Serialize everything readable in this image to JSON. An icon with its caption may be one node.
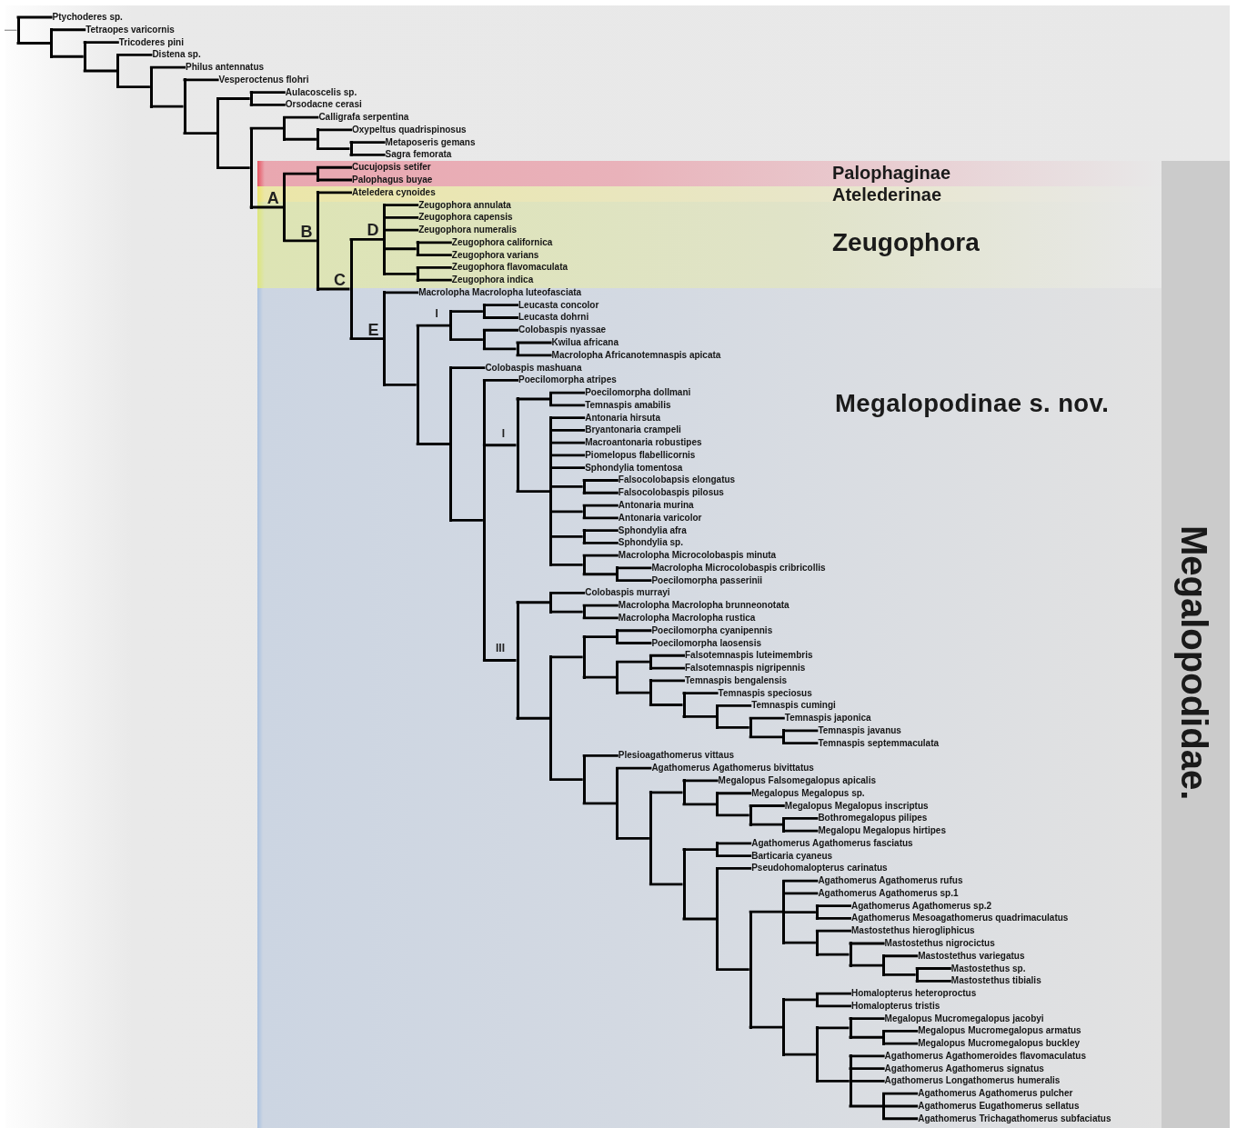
{
  "diagram": {
    "nodes": [
      {
        "text": [],
        "shape": "bar"
      },
      {
        "text": [
          "Ptychoderes sp."
        ]
      },
      {
        "text": [],
        "shape": "bar"
      },
      {
        "text": [
          "Tetraopes varicornis"
        ]
      },
      {
        "text": [],
        "shape": "bar"
      },
      {
        "text": [
          "Tricoderes pini"
        ]
      },
      {
        "text": [],
        "shape": "bar"
      },
      {
        "text": [
          "Distena sp."
        ]
      },
      {
        "text": [],
        "shape": "bar"
      },
      {
        "text": [
          "Philus antennatus"
        ]
      },
      {
        "text": [],
        "shape": "bar"
      },
      {
        "text": [
          "Vesperoctenus flohri"
        ]
      },
      {
        "text": [],
        "shape": "bar"
      },
      {
        "text": [],
        "shape": "bar"
      },
      {
        "text": [
          "Aulacoscelis sp."
        ]
      },
      {
        "text": [
          "Orsodacne cerasi"
        ]
      },
      {
        "text": [],
        "shape": "bar"
      },
      {
        "text": [],
        "shape": "bar"
      },
      {
        "text": [
          "Calligrafa serpentina"
        ]
      },
      {
        "text": [],
        "shape": "bar"
      },
      {
        "text": [
          "Oxypeltus quadrispinosus"
        ]
      },
      {
        "text": [],
        "shape": "bar"
      },
      {
        "text": [
          "Metaposeris gemans"
        ]
      },
      {
        "text": [
          "Sagra femorata"
        ]
      },
      {
        "text": [],
        "shape": "bar",
        "beside": [
          "A"
        ]
      },
      {
        "text": [],
        "shape": "bar"
      },
      {
        "text": [
          "Cucujopsis setifer"
        ]
      },
      {
        "text": [
          "Palophagus buyae"
        ]
      },
      {
        "text": [],
        "shape": "bar",
        "beside": [
          "B"
        ]
      },
      {
        "text": [
          "Ateledera cynoides"
        ]
      },
      {
        "text": [],
        "shape": "bar",
        "beside": [
          "C"
        ]
      },
      {
        "text": [],
        "shape": "bar",
        "beside": [
          "D"
        ]
      },
      {
        "text": [
          "Zeugophora annulata"
        ]
      },
      {
        "text": [
          "Zeugophora capensis"
        ]
      },
      {
        "text": [
          "Zeugophora numeralis"
        ]
      },
      {
        "text": [],
        "shape": "bar"
      },
      {
        "text": [
          "Zeugophora californica"
        ]
      },
      {
        "text": [
          "Zeugophora varians"
        ]
      },
      {
        "text": [],
        "shape": "bar"
      },
      {
        "text": [
          "Zeugophora flavomaculata"
        ]
      },
      {
        "text": [
          "Zeugophora indica"
        ]
      },
      {
        "text": [],
        "shape": "bar",
        "beside": [
          "E"
        ]
      },
      {
        "text": [
          "Macrolopha Macrolopha luteofasciata"
        ]
      },
      {
        "text": [],
        "shape": "bar"
      },
      {
        "text": [],
        "shape": "bar",
        "beside": [
          "I"
        ]
      },
      {
        "text": [],
        "shape": "bar"
      },
      {
        "text": [
          "Leucasta concolor"
        ]
      },
      {
        "text": [
          "Leucasta dohrni"
        ]
      },
      {
        "text": [],
        "shape": "bar"
      },
      {
        "text": [
          "Colobaspis nyassae"
        ]
      },
      {
        "text": [],
        "shape": "bar"
      },
      {
        "text": [
          "Kwilua africana"
        ]
      },
      {
        "text": [
          "Macrolopha Africanotemnaspis apicata"
        ]
      },
      {
        "text": [],
        "shape": "bar"
      },
      {
        "text": [
          "Colobaspis mashuana"
        ]
      },
      {
        "text": [],
        "shape": "bar"
      },
      {
        "text": [
          "Poecilomorpha atripes"
        ]
      },
      {
        "text": [],
        "shape": "bar",
        "beside": [
          "I"
        ]
      },
      {
        "text": [],
        "shape": "bar"
      },
      {
        "text": [
          "Poecilomorpha dollmani"
        ]
      },
      {
        "text": [
          "Temnaspis amabilis"
        ]
      },
      {
        "text": [],
        "shape": "bar"
      },
      {
        "text": [
          "Antonaria hirsuta"
        ]
      },
      {
        "text": [
          "Bryantonaria crampeli"
        ]
      },
      {
        "text": [
          "Macroantonaria robustipes"
        ]
      },
      {
        "text": [
          "Piomelopus flabellicornis"
        ]
      },
      {
        "text": [
          "Sphondylia tomentosa"
        ]
      },
      {
        "text": [],
        "shape": "bar"
      },
      {
        "text": [
          "Falsocolobapsis elongatus"
        ]
      },
      {
        "text": [
          "Falsocolobaspis pilosus"
        ]
      },
      {
        "text": [],
        "shape": "bar"
      },
      {
        "text": [
          "Antonaria murina"
        ]
      },
      {
        "text": [
          "Antonaria varicolor"
        ]
      },
      {
        "text": [],
        "shape": "bar"
      },
      {
        "text": [
          "Sphondylia afra"
        ]
      },
      {
        "text": [
          "Sphondylia sp."
        ]
      },
      {
        "text": [],
        "shape": "bar"
      },
      {
        "text": [
          "Macrolopha Microcolobaspis minuta"
        ]
      },
      {
        "text": [],
        "shape": "bar"
      },
      {
        "text": [
          "Macrolopha Microcolobaspis cribricollis"
        ]
      },
      {
        "text": [
          "Poecilomorpha passerinii"
        ]
      },
      {
        "text": [],
        "shape": "bar",
        "beside": [
          "III"
        ]
      },
      {
        "text": [],
        "shape": "bar"
      },
      {
        "text": [
          "Colobaspis murrayi"
        ]
      },
      {
        "text": [],
        "shape": "bar"
      },
      {
        "text": [
          "Macrolopha Macrolopha brunneonotata"
        ]
      },
      {
        "text": [
          "Macrolopha Macrolopha rustica"
        ]
      },
      {
        "text": [],
        "shape": "bar"
      },
      {
        "text": [],
        "shape": "bar"
      },
      {
        "text": [],
        "shape": "bar"
      },
      {
        "text": [
          "Poecilomorpha cyanipennis"
        ]
      },
      {
        "text": [
          "Poecilomorpha laosensis"
        ]
      },
      {
        "text": [],
        "shape": "bar"
      },
      {
        "text": [],
        "shape": "bar"
      },
      {
        "text": [
          "Falsotemnaspis luteimembris"
        ]
      },
      {
        "text": [
          "Falsotemnaspis nigripennis"
        ]
      },
      {
        "text": [],
        "shape": "bar"
      },
      {
        "text": [
          "Temnaspis bengalensis"
        ]
      },
      {
        "text": [],
        "shape": "bar"
      },
      {
        "text": [
          "Temnaspis speciosus"
        ]
      },
      {
        "text": [],
        "shape": "bar"
      },
      {
        "text": [
          "Temnaspis cumingi"
        ]
      },
      {
        "text": [],
        "shape": "bar"
      },
      {
        "text": [
          "Temnaspis japonica"
        ]
      },
      {
        "text": [],
        "shape": "bar"
      },
      {
        "text": [
          "Temnaspis javanus"
        ]
      },
      {
        "text": [
          "Temnaspis septemmaculata"
        ]
      },
      {
        "text": [],
        "shape": "bar"
      },
      {
        "text": [
          "Plesioagathomerus vittaus"
        ]
      },
      {
        "text": [],
        "shape": "bar"
      },
      {
        "text": [
          "Agathomerus Agathomerus bivittatus"
        ]
      },
      {
        "text": [],
        "shape": "bar"
      },
      {
        "text": [],
        "shape": "bar"
      },
      {
        "text": [
          "Megalopus Falsomegalopus apicalis"
        ]
      },
      {
        "text": [],
        "shape": "bar"
      },
      {
        "text": [
          "Megalopus Megalopus sp."
        ]
      },
      {
        "text": [],
        "shape": "bar"
      },
      {
        "text": [
          "Megalopus Megalopus inscriptus"
        ]
      },
      {
        "text": [],
        "shape": "bar"
      },
      {
        "text": [
          "Bothromegalopus pilipes"
        ]
      },
      {
        "text": [
          "Megalopu Megalopus hirtipes"
        ]
      },
      {
        "text": [],
        "shape": "bar"
      },
      {
        "text": [],
        "shape": "bar"
      },
      {
        "text": [
          "Agathomerus Agathomerus fasciatus"
        ]
      },
      {
        "text": [
          "Barticaria cyaneus"
        ]
      },
      {
        "text": [],
        "shape": "bar"
      },
      {
        "text": [
          "Pseudohomalopterus carinatus"
        ]
      },
      {
        "text": [],
        "shape": "bar"
      },
      {
        "text": [],
        "shape": "bar"
      },
      {
        "text": [
          "Agathomerus Agathomerus rufus"
        ]
      },
      {
        "text": [
          "Agathomerus Agathomerus sp.1"
        ]
      },
      {
        "text": [],
        "shape": "bar"
      },
      {
        "text": [
          "Agathomerus Agathomerus sp.2"
        ]
      },
      {
        "text": [
          "Agathomerus Mesoagathomerus quadrimaculatus"
        ]
      },
      {
        "text": [],
        "shape": "bar"
      },
      {
        "text": [
          "Mastostethus hierogliphicus"
        ]
      },
      {
        "text": [],
        "shape": "bar"
      },
      {
        "text": [
          "Mastostethus nigrocictus"
        ]
      },
      {
        "text": [],
        "shape": "bar"
      },
      {
        "text": [
          "Mastostethus variegatus"
        ]
      },
      {
        "text": [],
        "shape": "bar"
      },
      {
        "text": [
          "Mastostethus sp."
        ]
      },
      {
        "text": [
          "Mastostethus tibialis"
        ]
      },
      {
        "text": [],
        "shape": "bar"
      },
      {
        "text": [],
        "shape": "bar"
      },
      {
        "text": [
          "Homalopterus heteroproctus"
        ]
      },
      {
        "text": [
          "Homalopterus tristis"
        ]
      },
      {
        "text": [],
        "shape": "bar"
      },
      {
        "text": [],
        "shape": "bar"
      },
      {
        "text": [
          "Megalopus Mucromegalopus jacobyi"
        ]
      },
      {
        "text": [],
        "shape": "bar"
      },
      {
        "text": [
          "Megalopus Mucromegalopus armatus"
        ]
      },
      {
        "text": [
          "Megalopus Mucromegalopus buckley"
        ]
      },
      {
        "text": [],
        "shape": "bar"
      },
      {
        "text": [
          "Agathomerus Agathomeroides flavomaculatus"
        ]
      },
      {
        "text": [
          "Agathomerus Agathomerus signatus"
        ]
      },
      {
        "text": [
          "Agathomerus Longathomerus humeralis"
        ]
      },
      {
        "text": [],
        "shape": "bar"
      },
      {
        "text": [
          "Agathomerus Agathomerus pulcher"
        ]
      },
      {
        "text": [
          "Agathomerus Eugathomerus sellatus"
        ]
      },
      {
        "text": [
          "Agathomerus Trichagathomerus subfaciatus"
        ]
      }
    ],
    "edges": [
      {
        "from": null,
        "to": 0,
        "arrow": "none",
        "color": "#8c8c8c"
      },
      {
        "from": 0,
        "to": 1,
        "arrow": "none"
      },
      {
        "from": 0,
        "to": 2,
        "arrow": "none"
      },
      {
        "from": 2,
        "to": 3,
        "arrow": "none"
      },
      {
        "from": 2,
        "to": 4,
        "arrow": "none"
      },
      {
        "from": 4,
        "to": 5,
        "arrow": "none"
      },
      {
        "from": 4,
        "to": 6,
        "arrow": "none"
      },
      {
        "from": 6,
        "to": 7,
        "arrow": "none"
      },
      {
        "from": 6,
        "to": 8,
        "arrow": "none"
      },
      {
        "from": 8,
        "to": 9,
        "arrow": "none"
      },
      {
        "from": 8,
        "to": 10,
        "arrow": "none"
      },
      {
        "from": 10,
        "to": 11,
        "arrow": "none"
      },
      {
        "from": 10,
        "to": 12,
        "arrow": "none"
      },
      {
        "from": 12,
        "to": 13,
        "arrow": "none"
      },
      {
        "from": 12,
        "to": 16,
        "arrow": "none"
      },
      {
        "from": 13,
        "to": 14,
        "arrow": "none"
      },
      {
        "from": 13,
        "to": 15,
        "arrow": "none"
      },
      {
        "from": 16,
        "to": 17,
        "arrow": "none"
      },
      {
        "from": 16,
        "to": 24,
        "arrow": "none"
      },
      {
        "from": 17,
        "to": 18,
        "arrow": "none"
      },
      {
        "from": 17,
        "to": 19,
        "arrow": "none"
      },
      {
        "from": 19,
        "to": 20,
        "arrow": "none"
      },
      {
        "from": 19,
        "to": 21,
        "arrow": "none"
      },
      {
        "from": 21,
        "to": 22,
        "arrow": "none"
      },
      {
        "from": 21,
        "to": 23,
        "arrow": "none"
      },
      {
        "from": 24,
        "to": 25,
        "arrow": "none"
      },
      {
        "from": 24,
        "to": 28,
        "arrow": "none"
      },
      {
        "from": 25,
        "to": 26,
        "arrow": "none"
      },
      {
        "from": 25,
        "to": 27,
        "arrow": "none"
      },
      {
        "from": 28,
        "to": 29,
        "arrow": "none"
      },
      {
        "from": 28,
        "to": 30,
        "arrow": "none"
      },
      {
        "from": 30,
        "to": 31,
        "arrow": "none"
      },
      {
        "from": 30,
        "to": 41,
        "arrow": "none"
      },
      {
        "from": 31,
        "to": 32,
        "arrow": "none"
      },
      {
        "from": 31,
        "to": 33,
        "arrow": "none"
      },
      {
        "from": 31,
        "to": 34,
        "arrow": "none"
      },
      {
        "from": 31,
        "to": 35,
        "arrow": "none"
      },
      {
        "from": 31,
        "to": 38,
        "arrow": "none"
      },
      {
        "from": 35,
        "to": 36,
        "arrow": "none"
      },
      {
        "from": 35,
        "to": 37,
        "arrow": "none"
      },
      {
        "from": 38,
        "to": 39,
        "arrow": "none"
      },
      {
        "from": 38,
        "to": 40,
        "arrow": "none"
      },
      {
        "from": 41,
        "to": 42,
        "arrow": "none"
      },
      {
        "from": 41,
        "to": 43,
        "arrow": "none"
      },
      {
        "from": 43,
        "to": 44,
        "arrow": "none"
      },
      {
        "from": 43,
        "to": 53,
        "arrow": "none"
      },
      {
        "from": 44,
        "to": 45,
        "arrow": "none"
      },
      {
        "from": 44,
        "to": 48,
        "arrow": "none"
      },
      {
        "from": 45,
        "to": 46,
        "arrow": "none"
      },
      {
        "from": 45,
        "to": 47,
        "arrow": "none"
      },
      {
        "from": 48,
        "to": 49,
        "arrow": "none"
      },
      {
        "from": 48,
        "to": 50,
        "arrow": "none"
      },
      {
        "from": 50,
        "to": 51,
        "arrow": "none"
      },
      {
        "from": 50,
        "to": 52,
        "arrow": "none"
      },
      {
        "from": 53,
        "to": 54,
        "arrow": "none"
      },
      {
        "from": 53,
        "to": 55,
        "arrow": "none"
      },
      {
        "from": 55,
        "to": 56,
        "arrow": "none"
      },
      {
        "from": 55,
        "to": 57,
        "arrow": "none"
      },
      {
        "from": 55,
        "to": 81,
        "arrow": "none"
      },
      {
        "from": 57,
        "to": 58,
        "arrow": "none"
      },
      {
        "from": 57,
        "to": 61,
        "arrow": "none"
      },
      {
        "from": 58,
        "to": 59,
        "arrow": "none"
      },
      {
        "from": 58,
        "to": 60,
        "arrow": "none"
      },
      {
        "from": 61,
        "to": 62,
        "arrow": "none"
      },
      {
        "from": 61,
        "to": 63,
        "arrow": "none"
      },
      {
        "from": 61,
        "to": 64,
        "arrow": "none"
      },
      {
        "from": 61,
        "to": 65,
        "arrow": "none"
      },
      {
        "from": 61,
        "to": 66,
        "arrow": "none"
      },
      {
        "from": 61,
        "to": 67,
        "arrow": "none"
      },
      {
        "from": 61,
        "to": 70,
        "arrow": "none"
      },
      {
        "from": 61,
        "to": 73,
        "arrow": "none"
      },
      {
        "from": 61,
        "to": 76,
        "arrow": "none"
      },
      {
        "from": 67,
        "to": 68,
        "arrow": "none"
      },
      {
        "from": 67,
        "to": 69,
        "arrow": "none"
      },
      {
        "from": 70,
        "to": 71,
        "arrow": "none"
      },
      {
        "from": 70,
        "to": 72,
        "arrow": "none"
      },
      {
        "from": 73,
        "to": 74,
        "arrow": "none"
      },
      {
        "from": 73,
        "to": 75,
        "arrow": "none"
      },
      {
        "from": 76,
        "to": 77,
        "arrow": "none"
      },
      {
        "from": 76,
        "to": 78,
        "arrow": "none"
      },
      {
        "from": 78,
        "to": 79,
        "arrow": "none"
      },
      {
        "from": 78,
        "to": 80,
        "arrow": "none"
      },
      {
        "from": 81,
        "to": 82,
        "arrow": "none"
      },
      {
        "from": 81,
        "to": 87,
        "arrow": "none"
      },
      {
        "from": 82,
        "to": 83,
        "arrow": "none"
      },
      {
        "from": 82,
        "to": 84,
        "arrow": "none"
      },
      {
        "from": 84,
        "to": 85,
        "arrow": "none"
      },
      {
        "from": 84,
        "to": 86,
        "arrow": "none"
      },
      {
        "from": 87,
        "to": 88,
        "arrow": "none"
      },
      {
        "from": 87,
        "to": 107,
        "arrow": "none"
      },
      {
        "from": 88,
        "to": 89,
        "arrow": "none"
      },
      {
        "from": 88,
        "to": 92,
        "arrow": "none"
      },
      {
        "from": 89,
        "to": 90,
        "arrow": "none"
      },
      {
        "from": 89,
        "to": 91,
        "arrow": "none"
      },
      {
        "from": 92,
        "to": 93,
        "arrow": "none"
      },
      {
        "from": 92,
        "to": 96,
        "arrow": "none"
      },
      {
        "from": 93,
        "to": 94,
        "arrow": "none"
      },
      {
        "from": 93,
        "to": 95,
        "arrow": "none"
      },
      {
        "from": 96,
        "to": 97,
        "arrow": "none"
      },
      {
        "from": 96,
        "to": 98,
        "arrow": "none"
      },
      {
        "from": 98,
        "to": 99,
        "arrow": "none"
      },
      {
        "from": 98,
        "to": 100,
        "arrow": "none"
      },
      {
        "from": 100,
        "to": 101,
        "arrow": "none"
      },
      {
        "from": 100,
        "to": 102,
        "arrow": "none"
      },
      {
        "from": 102,
        "to": 103,
        "arrow": "none"
      },
      {
        "from": 102,
        "to": 104,
        "arrow": "none"
      },
      {
        "from": 104,
        "to": 105,
        "arrow": "none"
      },
      {
        "from": 104,
        "to": 106,
        "arrow": "none"
      },
      {
        "from": 107,
        "to": 108,
        "arrow": "none"
      },
      {
        "from": 107,
        "to": 109,
        "arrow": "none"
      },
      {
        "from": 109,
        "to": 110,
        "arrow": "none"
      },
      {
        "from": 109,
        "to": 111,
        "arrow": "none"
      },
      {
        "from": 111,
        "to": 112,
        "arrow": "none"
      },
      {
        "from": 111,
        "to": 121,
        "arrow": "none"
      },
      {
        "from": 112,
        "to": 113,
        "arrow": "none"
      },
      {
        "from": 112,
        "to": 114,
        "arrow": "none"
      },
      {
        "from": 114,
        "to": 115,
        "arrow": "none"
      },
      {
        "from": 114,
        "to": 116,
        "arrow": "none"
      },
      {
        "from": 116,
        "to": 117,
        "arrow": "none"
      },
      {
        "from": 116,
        "to": 118,
        "arrow": "none"
      },
      {
        "from": 118,
        "to": 119,
        "arrow": "none"
      },
      {
        "from": 118,
        "to": 120,
        "arrow": "none"
      },
      {
        "from": 121,
        "to": 122,
        "arrow": "none"
      },
      {
        "from": 121,
        "to": 125,
        "arrow": "none"
      },
      {
        "from": 122,
        "to": 123,
        "arrow": "none"
      },
      {
        "from": 122,
        "to": 124,
        "arrow": "none"
      },
      {
        "from": 125,
        "to": 126,
        "arrow": "none"
      },
      {
        "from": 125,
        "to": 127,
        "arrow": "none"
      },
      {
        "from": 127,
        "to": 128,
        "arrow": "none"
      },
      {
        "from": 127,
        "to": 143,
        "arrow": "none"
      },
      {
        "from": 128,
        "to": 129,
        "arrow": "none"
      },
      {
        "from": 128,
        "to": 130,
        "arrow": "none"
      },
      {
        "from": 128,
        "to": 131,
        "arrow": "none"
      },
      {
        "from": 128,
        "to": 134,
        "arrow": "none"
      },
      {
        "from": 131,
        "to": 132,
        "arrow": "none"
      },
      {
        "from": 131,
        "to": 133,
        "arrow": "none"
      },
      {
        "from": 134,
        "to": 135,
        "arrow": "none"
      },
      {
        "from": 134,
        "to": 136,
        "arrow": "none"
      },
      {
        "from": 136,
        "to": 137,
        "arrow": "none"
      },
      {
        "from": 136,
        "to": 138,
        "arrow": "none"
      },
      {
        "from": 138,
        "to": 139,
        "arrow": "none"
      },
      {
        "from": 138,
        "to": 140,
        "arrow": "none"
      },
      {
        "from": 140,
        "to": 141,
        "arrow": "none"
      },
      {
        "from": 140,
        "to": 142,
        "arrow": "none"
      },
      {
        "from": 143,
        "to": 144,
        "arrow": "none"
      },
      {
        "from": 143,
        "to": 147,
        "arrow": "none"
      },
      {
        "from": 144,
        "to": 145,
        "arrow": "none"
      },
      {
        "from": 144,
        "to": 146,
        "arrow": "none"
      },
      {
        "from": 147,
        "to": 148,
        "arrow": "none"
      },
      {
        "from": 147,
        "to": 153,
        "arrow": "none"
      },
      {
        "from": 148,
        "to": 149,
        "arrow": "none"
      },
      {
        "from": 148,
        "to": 150,
        "arrow": "none"
      },
      {
        "from": 150,
        "to": 151,
        "arrow": "none"
      },
      {
        "from": 150,
        "to": 152,
        "arrow": "none"
      },
      {
        "from": 153,
        "to": 154,
        "arrow": "none"
      },
      {
        "from": 153,
        "to": 155,
        "arrow": "none"
      },
      {
        "from": 153,
        "to": 156,
        "arrow": "none"
      },
      {
        "from": 153,
        "to": 157,
        "arrow": "none"
      },
      {
        "from": 157,
        "to": 158,
        "arrow": "none"
      },
      {
        "from": 157,
        "to": 159,
        "arrow": "none"
      },
      {
        "from": 157,
        "to": 160,
        "arrow": "none"
      }
    ],
    "labels": [
      "Palophaginae",
      "Atelederinae",
      "Zeugophora",
      "Megalopodinae s. nov.",
      "Megalopodidae."
    ]
  }
}
